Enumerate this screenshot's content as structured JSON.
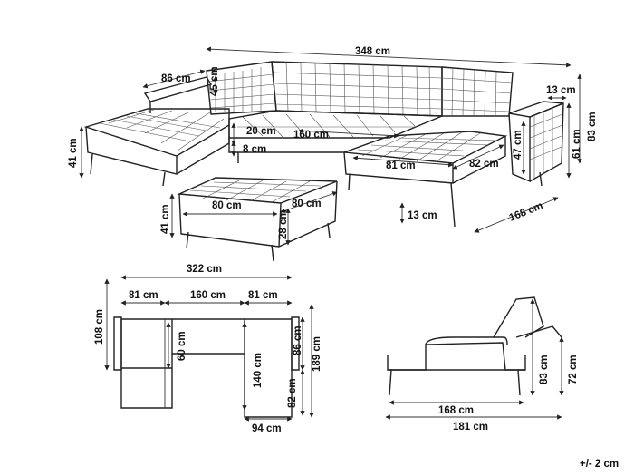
{
  "tolerance": "+/- 2 cm",
  "isometric": {
    "total_width": "348 cm",
    "chaise_left_depth": "86 cm",
    "back_height_left": "45 cm",
    "arm_width": "13 cm",
    "total_height": "83 cm",
    "arm_height": "61 cm",
    "arm_to_seat": "47 cm",
    "seat_height": "41 cm",
    "back_cushion_depth": "20 cm",
    "middle_seat_width": "160 cm",
    "seat_thickness": "8 cm",
    "chaise_right_width": "81 cm",
    "chaise_right_depth": "82 cm",
    "leg_height": "13 cm",
    "chaise_total_depth": "168 cm"
  },
  "ottoman": {
    "width": "80 cm",
    "depth": "80 cm",
    "height": "41 cm",
    "cushion_height": "28 cm"
  },
  "top_view": {
    "total_width": "322 cm",
    "left_section": "81 cm",
    "middle_section": "160 cm",
    "right_section": "81 cm",
    "back_depth": "108 cm",
    "seat_depth_left": "60 cm",
    "seat_depth_right": "140 cm",
    "back_height_right": "86 cm",
    "chaise_end": "82 cm",
    "total_depth": "189 cm",
    "chaise_width": "94 cm"
  },
  "side_view": {
    "seat_length": "168 cm",
    "bed_length": "181 cm",
    "reclined_height": "83 cm",
    "total_height": "72 cm"
  }
}
